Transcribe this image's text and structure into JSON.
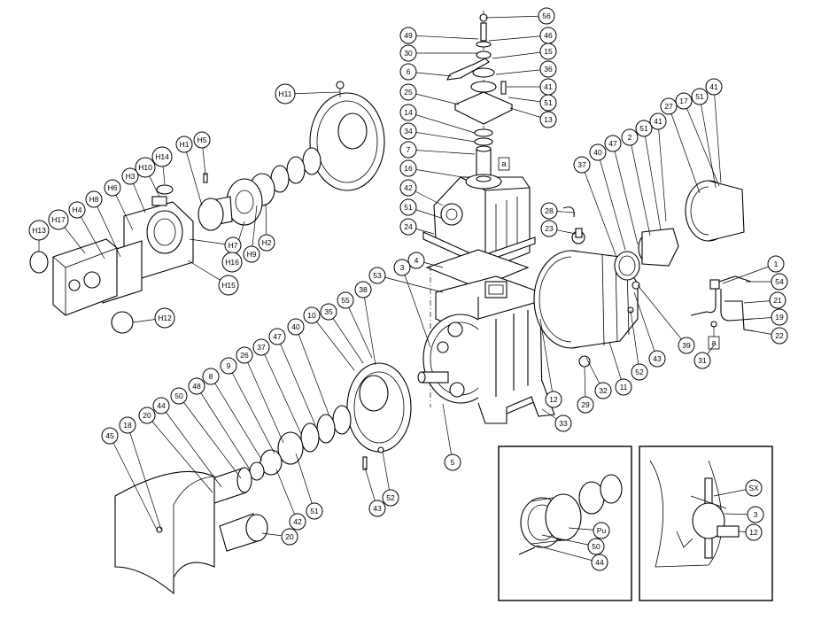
{
  "labels": [
    {
      "id": "56",
      "text": "56"
    },
    {
      "id": "49",
      "text": "49"
    },
    {
      "id": "46",
      "text": "46"
    },
    {
      "id": "30",
      "text": "30"
    },
    {
      "id": "15",
      "text": "15"
    },
    {
      "id": "6",
      "text": "6"
    },
    {
      "id": "36",
      "text": "36"
    },
    {
      "id": "41a",
      "text": "41"
    },
    {
      "id": "51a",
      "text": "51"
    },
    {
      "id": "13",
      "text": "13"
    },
    {
      "id": "25",
      "text": "25"
    },
    {
      "id": "14",
      "text": "14"
    },
    {
      "id": "34",
      "text": "34"
    },
    {
      "id": "7",
      "text": "7"
    },
    {
      "id": "16",
      "text": "16"
    },
    {
      "id": "42a",
      "text": "42"
    },
    {
      "id": "51b",
      "text": "51"
    },
    {
      "id": "24",
      "text": "24"
    },
    {
      "id": "4",
      "text": "4"
    },
    {
      "id": "3a",
      "text": "3"
    },
    {
      "id": "53",
      "text": "53"
    },
    {
      "id": "38",
      "text": "38"
    },
    {
      "id": "55",
      "text": "55"
    },
    {
      "id": "35",
      "text": "35"
    },
    {
      "id": "10",
      "text": "10"
    },
    {
      "id": "40a",
      "text": "40"
    },
    {
      "id": "47a",
      "text": "47"
    },
    {
      "id": "37a",
      "text": "37"
    },
    {
      "id": "26",
      "text": "26"
    },
    {
      "id": "9",
      "text": "9"
    },
    {
      "id": "8",
      "text": "8"
    },
    {
      "id": "48",
      "text": "48"
    },
    {
      "id": "50a",
      "text": "50"
    },
    {
      "id": "44a",
      "text": "44"
    },
    {
      "id": "20a",
      "text": "20"
    },
    {
      "id": "18",
      "text": "18"
    },
    {
      "id": "45",
      "text": "45"
    },
    {
      "id": "20b",
      "text": "20"
    },
    {
      "id": "42b",
      "text": "42"
    },
    {
      "id": "51c",
      "text": "51"
    },
    {
      "id": "43a",
      "text": "43"
    },
    {
      "id": "52a",
      "text": "52"
    },
    {
      "id": "5",
      "text": "5"
    },
    {
      "id": "33",
      "text": "33"
    },
    {
      "id": "12a",
      "text": "12"
    },
    {
      "id": "29",
      "text": "29"
    },
    {
      "id": "32",
      "text": "32"
    },
    {
      "id": "11",
      "text": "11"
    },
    {
      "id": "52b",
      "text": "52"
    },
    {
      "id": "43b",
      "text": "43"
    },
    {
      "id": "39",
      "text": "39"
    },
    {
      "id": "28",
      "text": "28"
    },
    {
      "id": "23",
      "text": "23"
    },
    {
      "id": "37b",
      "text": "37"
    },
    {
      "id": "40b",
      "text": "40"
    },
    {
      "id": "47b",
      "text": "47"
    },
    {
      "id": "2",
      "text": "2"
    },
    {
      "id": "51d",
      "text": "51"
    },
    {
      "id": "41b",
      "text": "41"
    },
    {
      "id": "27",
      "text": "27"
    },
    {
      "id": "17",
      "text": "17"
    },
    {
      "id": "51e",
      "text": "51"
    },
    {
      "id": "41c",
      "text": "41"
    },
    {
      "id": "1",
      "text": "1"
    },
    {
      "id": "54",
      "text": "54"
    },
    {
      "id": "21",
      "text": "21"
    },
    {
      "id": "19",
      "text": "19"
    },
    {
      "id": "22",
      "text": "22"
    },
    {
      "id": "31",
      "text": "31"
    },
    {
      "id": "H11",
      "text": "H11"
    },
    {
      "id": "H5",
      "text": "H5"
    },
    {
      "id": "H1",
      "text": "H1"
    },
    {
      "id": "H14",
      "text": "H14"
    },
    {
      "id": "H10",
      "text": "H10"
    },
    {
      "id": "H3",
      "text": "H3"
    },
    {
      "id": "H6",
      "text": "H6"
    },
    {
      "id": "H8",
      "text": "H8"
    },
    {
      "id": "H4",
      "text": "H4"
    },
    {
      "id": "H17",
      "text": "H17"
    },
    {
      "id": "H13",
      "text": "H13"
    },
    {
      "id": "H12",
      "text": "H12"
    },
    {
      "id": "H7",
      "text": "H7"
    },
    {
      "id": "H15",
      "text": "H15"
    },
    {
      "id": "H16",
      "text": "H16"
    },
    {
      "id": "H9",
      "text": "H9"
    },
    {
      "id": "H2",
      "text": "H2"
    },
    {
      "id": "Pu",
      "text": "Pu"
    },
    {
      "id": "50b",
      "text": "50"
    },
    {
      "id": "44b",
      "text": "44"
    },
    {
      "id": "SX",
      "text": "SX"
    },
    {
      "id": "3b",
      "text": "3"
    },
    {
      "id": "12b",
      "text": "12"
    }
  ],
  "tags": {
    "a_top": "a",
    "a_right": "a"
  }
}
